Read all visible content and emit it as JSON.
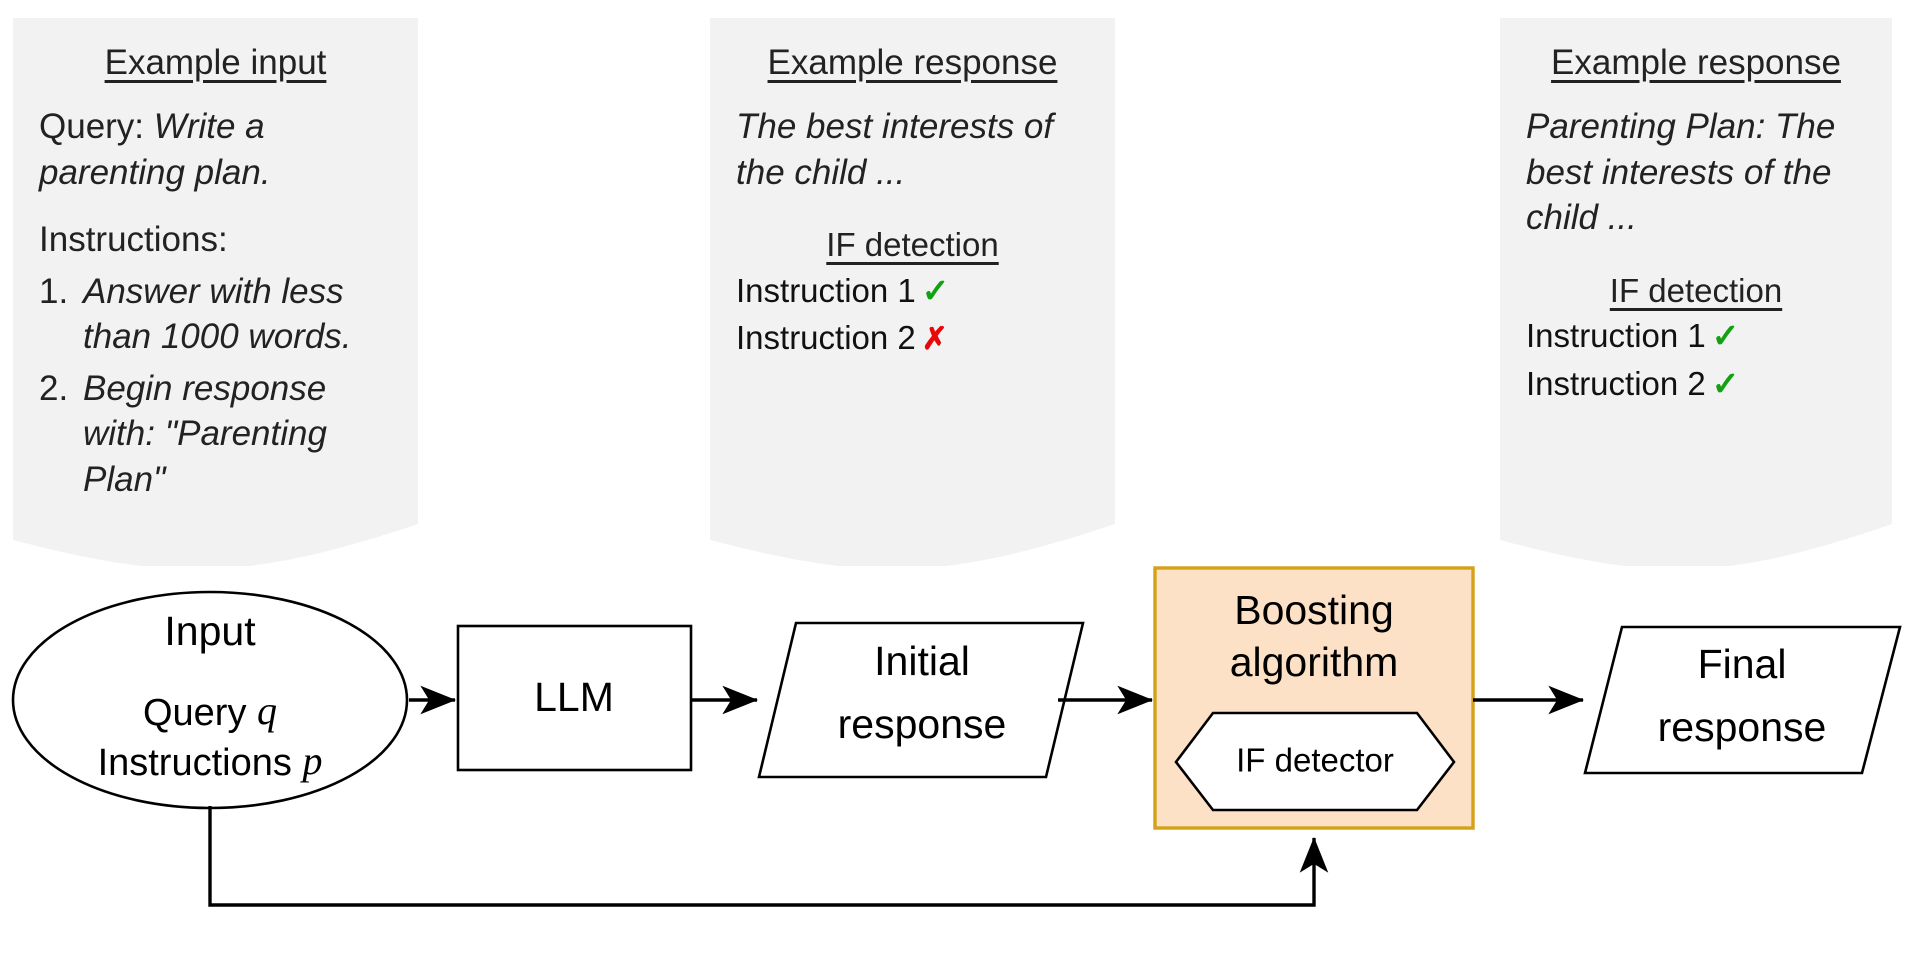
{
  "cards": [
    {
      "id": "example-input",
      "title": "Example input",
      "query_label": "Query:",
      "query_text": "Write a parenting plan.",
      "instructions_label": "Instructions:",
      "instructions": [
        {
          "num": "1.",
          "text": "Answer with less than 1000 words."
        },
        {
          "num": "2.",
          "text": "Begin response with: \"Parenting Plan\""
        }
      ]
    },
    {
      "id": "example-response-initial",
      "title": "Example response",
      "body": "The best interests of the child ...",
      "if_heading": "IF detection",
      "if_rows": [
        {
          "label": "Instruction 1",
          "mark": "✓",
          "status": "pass"
        },
        {
          "label": "Instruction 2",
          "mark": "✗",
          "status": "fail"
        }
      ]
    },
    {
      "id": "example-response-final",
      "title": "Example response",
      "body": "Parenting Plan: The best interests of the child ...",
      "if_heading": "IF detection",
      "if_rows": [
        {
          "label": "Instruction 1",
          "mark": "✓",
          "status": "pass"
        },
        {
          "label": "Instruction 2",
          "mark": "✓",
          "status": "pass"
        }
      ]
    }
  ],
  "flow": {
    "input_node": {
      "title": "Input",
      "line1_label": "Query",
      "line1_var": "q",
      "line2_label": "Instructions",
      "line2_var": "p"
    },
    "llm_node": {
      "label": "LLM"
    },
    "initial_response_node": {
      "line1": "Initial",
      "line2": "response"
    },
    "boosting_node": {
      "line1": "Boosting",
      "line2": "algorithm"
    },
    "if_detector_node": {
      "label": "IF detector"
    },
    "final_response_node": {
      "line1": "Final",
      "line2": "response"
    }
  },
  "colors": {
    "card_bg": "#f2f2f2",
    "boosting_fill": "#fde1c6",
    "boosting_border": "#d6a017",
    "pass_green": "#12a112",
    "fail_red": "#e8080a",
    "stroke_black": "#000000"
  }
}
